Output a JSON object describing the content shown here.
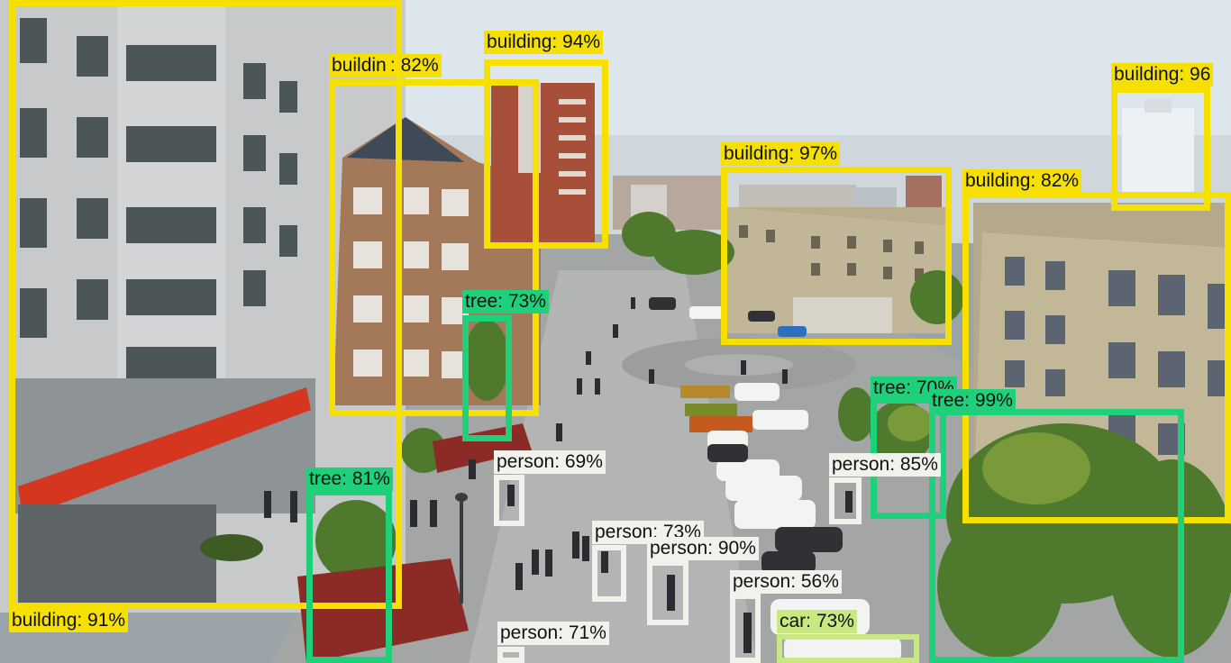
{
  "image": {
    "description_colors": {
      "sky": "#dde6ec",
      "plaza": "#a4a6a6",
      "building_grey": "#c7c9cb",
      "building_brown": "#a4795a",
      "building_beige": "#b9ad8d",
      "trees": "#4f7a2e"
    }
  },
  "legend_colors": {
    "building": "#f5e000",
    "tree": "#1fd07a",
    "person": "#f2f2ec",
    "car": "#c8e882"
  },
  "detections": [
    {
      "class": "building",
      "label": "building: 91%",
      "score": 0.91
    },
    {
      "class": "building",
      "label": "buildin : 82%",
      "score": 0.82
    },
    {
      "class": "building",
      "label": "building: 94%",
      "score": 0.94
    },
    {
      "class": "building",
      "label": "building: 97%",
      "score": 0.97
    },
    {
      "class": "building",
      "label": "building: 82%",
      "score": 0.82
    },
    {
      "class": "building",
      "label": "building: 96",
      "score": 0.96
    },
    {
      "class": "tree",
      "label": "tree: 73%",
      "score": 0.73
    },
    {
      "class": "tree",
      "label": "tree: 81%",
      "score": 0.81
    },
    {
      "class": "tree",
      "label": "tree: 70%",
      "score": 0.7
    },
    {
      "class": "tree",
      "label": "tree: 99%",
      "score": 0.99
    },
    {
      "class": "person",
      "label": "person: 69%",
      "score": 0.69
    },
    {
      "class": "person",
      "label": "person: 73%",
      "score": 0.73
    },
    {
      "class": "person",
      "label": "person: 90%",
      "score": 0.9
    },
    {
      "class": "person",
      "label": "person: 56%",
      "score": 0.56
    },
    {
      "class": "person",
      "label": "person: 71%",
      "score": 0.71
    },
    {
      "class": "person",
      "label": "person: 85%",
      "score": 0.85
    },
    {
      "class": "car",
      "label": "car: 73%",
      "score": 0.73
    }
  ]
}
